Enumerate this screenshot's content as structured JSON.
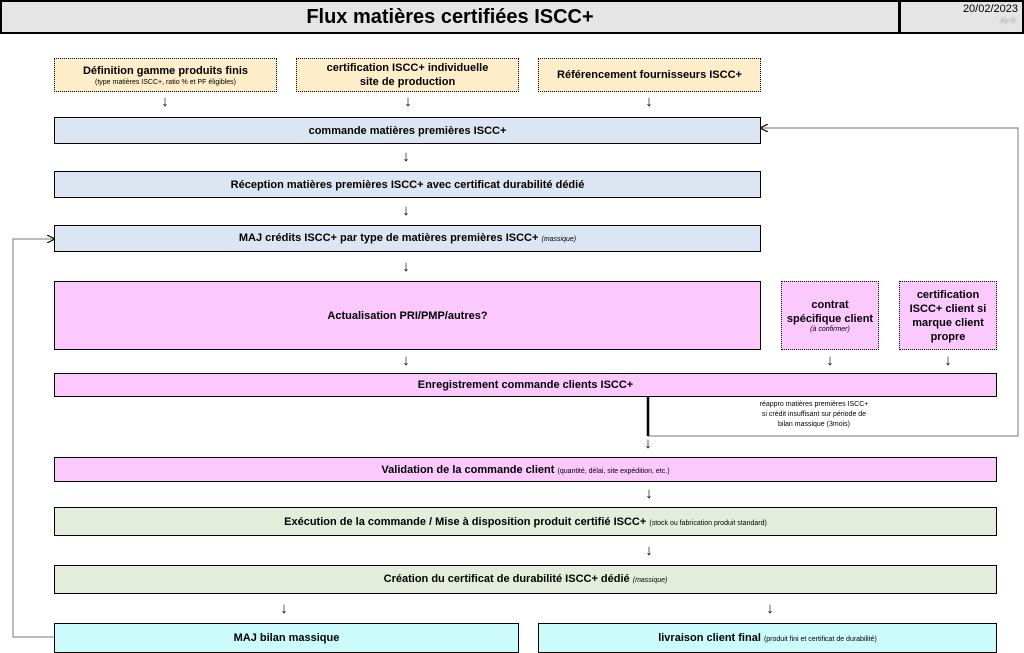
{
  "header": {
    "title": "Flux matières certifiées ISCC+",
    "date": "20/02/2023",
    "initials": "AV R"
  },
  "colors": {
    "cream": "#fdedc8",
    "blue": "#dce6f2",
    "pink": "#fbc9fd",
    "green": "#e2eedb",
    "cyan": "#ccfbfb"
  },
  "top_boxes": {
    "gamme": {
      "title": "Définition gamme produits finis",
      "note": "(type matières ISCC+, ratio % et PF éligibles)"
    },
    "certification_site": {
      "line1": "certification ISCC+ individuelle",
      "line2": "site de production"
    },
    "fournisseurs": {
      "title": "Référencement fournisseurs ISCC+"
    }
  },
  "steps": {
    "commande_mp": "commande matières premières ISCC+",
    "reception_mp": "Réception matières premières ISCC+  avec certificat durabilité dédié",
    "maj_credits": {
      "title": "MAJ crédits ISCC+ par type de matières premières ISCC+",
      "note": "(massique)"
    },
    "actualisation": "Actualisation PRI/PMP/autres?",
    "contrat": {
      "line1": "contrat",
      "line2": "spécifique client",
      "note": "(à confirmer)"
    },
    "certification_client": {
      "line1": "certification",
      "line2": "ISCC+ client si",
      "line3": "marque client",
      "line4": "propre"
    },
    "enregistrement": "Enregistrement commande clients ISCC+",
    "reappro_note": {
      "line1": "réappro matières premières  ISCC+",
      "line2": "si crédit insuffisant sur  période de",
      "line3": "bilan massique  (3mois)"
    },
    "validation": {
      "title": "Validation de la commande client",
      "note": "(quantité, délai, site expédition, etc.)"
    },
    "execution": {
      "title": "Exécution de la commande / Mise à disposition produit certifié ISCC+",
      "note": "(stock ou fabrication produit standard)"
    },
    "creation_certificat": {
      "title": "Création du certificat de durabilité ISCC+ dédié",
      "note": "(massique)"
    },
    "maj_bilan": "MAJ bilan massique",
    "livraison": {
      "title": "livraison client final",
      "note": "(produit fini et certificat de durabilité)"
    }
  },
  "arrow_glyph": "↓"
}
